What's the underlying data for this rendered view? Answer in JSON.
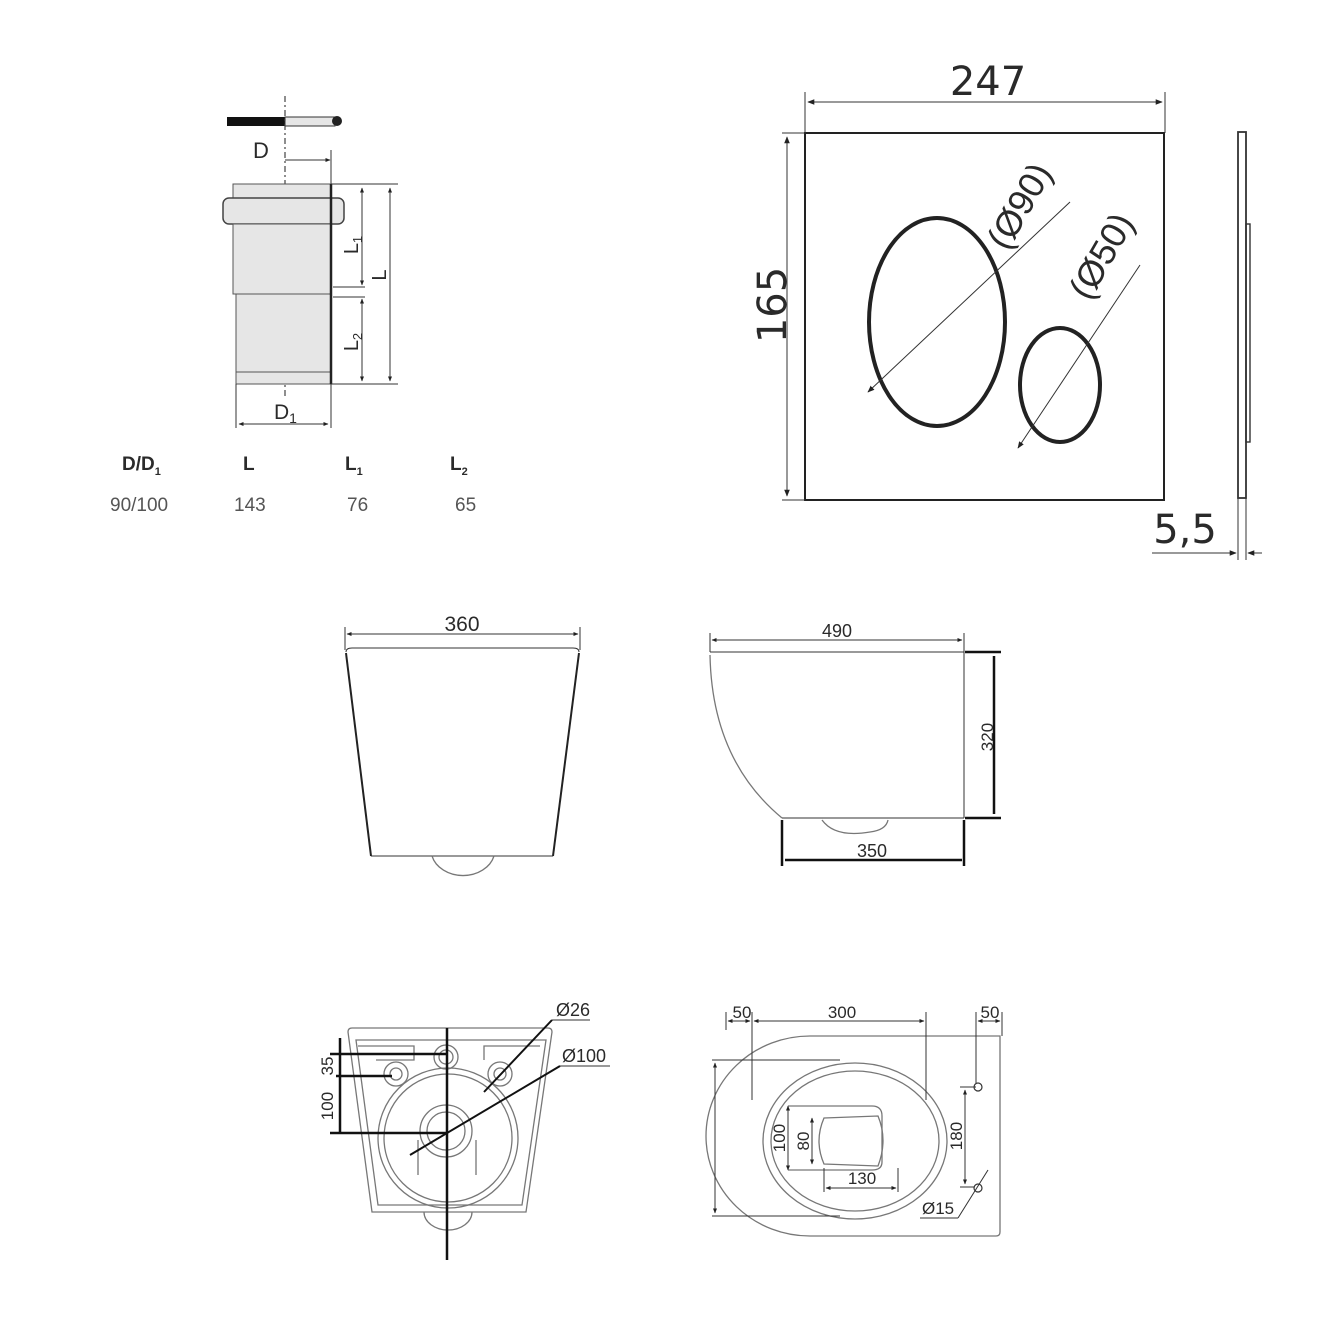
{
  "drawings": {
    "pipe_connector": {
      "labels": {
        "D": "D",
        "D1": "D",
        "D1_sub": "1",
        "L": "L",
        "L1": "L",
        "L1_sub": "1",
        "L2": "L",
        "L2_sub": "2"
      },
      "table": {
        "headers": [
          {
            "main": "D/D",
            "sub": "1"
          },
          {
            "main": "L",
            "sub": ""
          },
          {
            "main": "L",
            "sub": "1"
          },
          {
            "main": "L",
            "sub": "2"
          }
        ],
        "rows": [
          [
            "90/100",
            "143",
            "76",
            "65"
          ]
        ]
      }
    },
    "flush_plate": {
      "width": "247",
      "height": "165",
      "large_button": "(Ø90)",
      "small_button": "(Ø50)",
      "thickness": "5,5"
    },
    "toilet_front": {
      "width": "360"
    },
    "toilet_side": {
      "length": "490",
      "height": "320",
      "base": "350"
    },
    "toilet_back": {
      "hole_diameter": "Ø26",
      "outlet_diameter": "Ø100",
      "offset_top": "35",
      "offset_outlet": "100"
    },
    "toilet_top": {
      "margin_left": "50",
      "seat_width": "300",
      "margin_right": "50",
      "bowl_outer": "100",
      "bowl_inner": "80",
      "bowl_length": "130",
      "hole_spacing": "180",
      "hole_diameter": "Ø15"
    }
  },
  "colors": {
    "line": "#222222",
    "background": "#ffffff",
    "pipe_fill": "#e6e6e6"
  }
}
